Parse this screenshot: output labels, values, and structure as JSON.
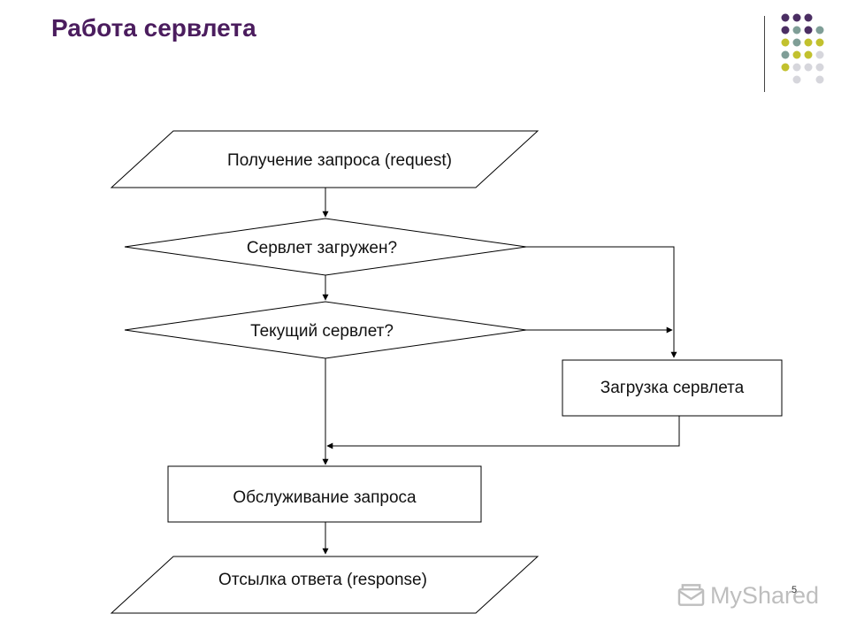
{
  "slide": {
    "title": "Работа сервлета",
    "page_number": "5"
  },
  "decor": {
    "dot_colors": {
      "purple": "#4b2e63",
      "teal": "#7f9e97",
      "olive": "#c2c12e",
      "gray": "#d6d6dc"
    },
    "title_color": "#4b1d5e"
  },
  "flowchart": {
    "nodes": {
      "receive_request": "Получение запроса (request)",
      "servlet_loaded": "Сервлет загружен?",
      "current_servlet": "Текущий сервлет?",
      "load_servlet": "Загрузка сервлета",
      "serve_request": "Обслуживание запроса",
      "send_response": "Отсылка ответа (response)"
    }
  },
  "watermark": {
    "logo_icon": "mail-icon",
    "text": "MyShared"
  }
}
